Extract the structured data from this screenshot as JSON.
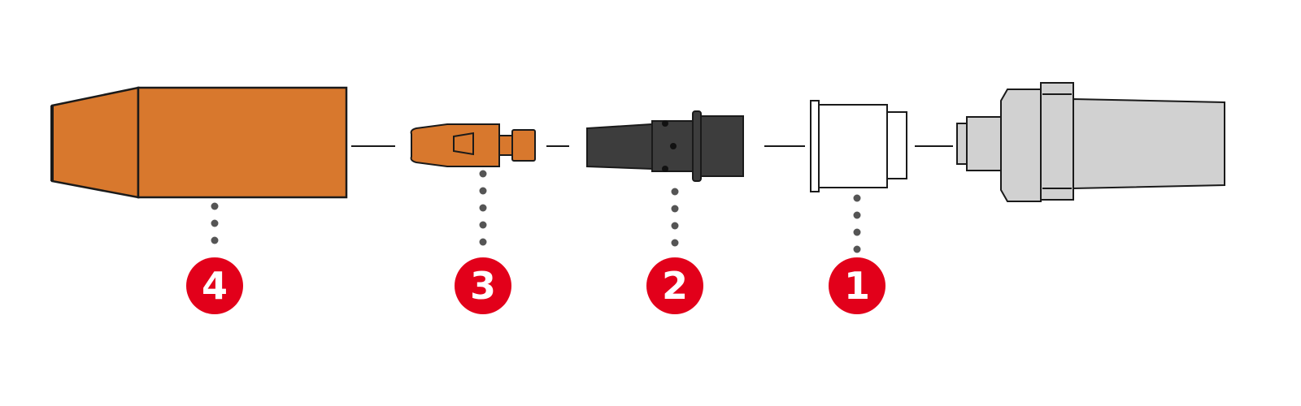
{
  "diagram": {
    "colors": {
      "badge": "#e2001a",
      "badge_text": "#ffffff",
      "nozzle": "#d8782d",
      "contact_tip": "#d8782d",
      "tip_holder": "#3d3d3d",
      "insulator": "#ffffff",
      "torch_neck": "#d1d1d1",
      "outline": "#1a1a1a",
      "leader_dots": "#555555"
    },
    "callouts": [
      {
        "number": "4",
        "part": "gas-nozzle"
      },
      {
        "number": "3",
        "part": "contact-tip"
      },
      {
        "number": "2",
        "part": "tip-holder"
      },
      {
        "number": "1",
        "part": "insulator"
      }
    ]
  }
}
